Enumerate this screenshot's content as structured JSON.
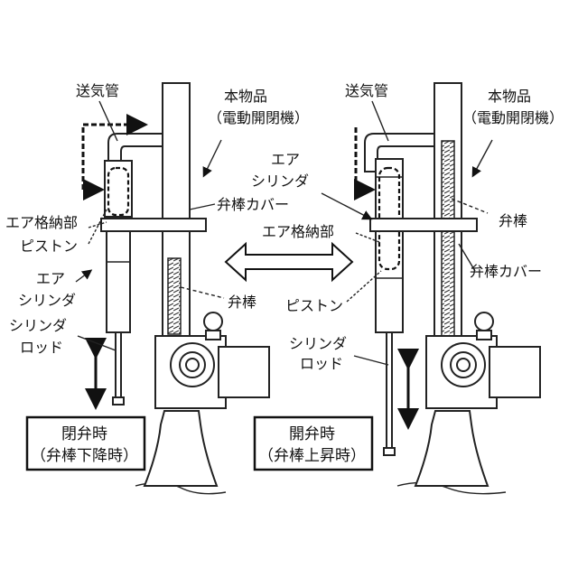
{
  "left": {
    "air_pipe": "送気管",
    "actuator_line1": "本物品",
    "actuator_line2": "（電動開閉機）",
    "air_storage": "エア格納部",
    "piston": "ピストン",
    "air_cylinder_line1": "エア",
    "air_cylinder_line2": "シリンダ",
    "cylinder_rod_line1": "シリンダ",
    "cylinder_rod_line2": "ロッド",
    "valve_cover": "弁棒カバー",
    "valve_rod": "弁棒",
    "state_line1": "閉弁時",
    "state_line2": "（弁棒下降時）"
  },
  "right": {
    "air_pipe": "送気管",
    "actuator_line1": "本物品",
    "actuator_line2": "（電動開閉機）",
    "air_cylinder_line1": "エア",
    "air_cylinder_line2": "シリンダ",
    "air_storage": "エア格納部",
    "piston": "ピストン",
    "cylinder_rod_line1": "シリンダ",
    "cylinder_rod_line2": "ロッド",
    "valve_rod": "弁棒",
    "valve_cover": "弁棒カバー",
    "state_line1": "開弁時",
    "state_line2": "（弁棒上昇時）"
  }
}
